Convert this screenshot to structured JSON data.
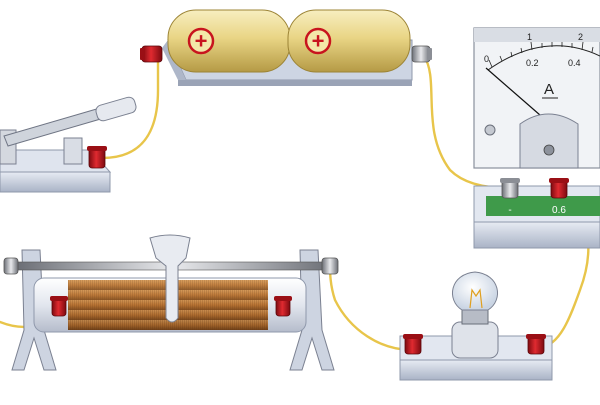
{
  "battery": {
    "cell1_sign": "+",
    "cell2_sign": "+"
  },
  "ammeter": {
    "unit_symbol": "A",
    "scale_outer_ticks": [
      "0",
      "1",
      "2"
    ],
    "scale_inner_ticks": [
      "0.2",
      "0.4"
    ],
    "terminal_neg_label": "-",
    "terminal_pos_label": "0.6"
  },
  "colors": {
    "wire": "#e8c54a",
    "terminal_red": "#c8141e",
    "battery_gold": "#e9d585",
    "base_gray": "#c9d1e0",
    "ammeter_green": "#3f9a4a",
    "coil_copper": "#b87333"
  },
  "icons": [
    "plus-icon",
    "plus-icon"
  ]
}
